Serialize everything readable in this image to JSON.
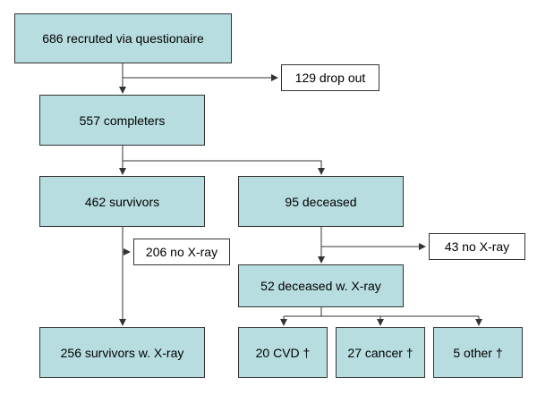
{
  "colors": {
    "box_fill": "#b7dde1",
    "note_fill": "#ffffff",
    "line": "#333333"
  },
  "nodes": {
    "recruited": "686 recruted via questionaire",
    "drop_out": "129 drop out",
    "completers": "557 completers",
    "survivors": "462 survivors",
    "deceased": "95 deceased",
    "survivors_no_xray": "206 no X-ray",
    "deceased_no_xray": "43 no X-ray",
    "deceased_xray": "52 deceased w. X-ray",
    "survivors_xray": "256 survivors w. X-ray",
    "cvd": "20 CVD †",
    "cancer": "27 cancer †",
    "other": "5  other †"
  }
}
